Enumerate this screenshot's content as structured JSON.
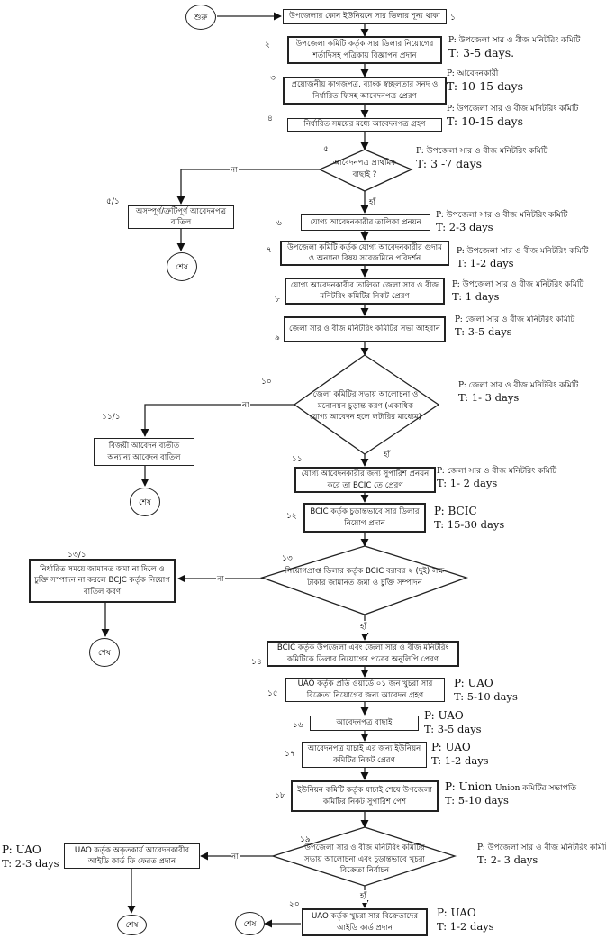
{
  "flowchart": {
    "start": "শুরু",
    "end": "শেষ",
    "yes": "হাঁ",
    "no": "না",
    "steps": [
      {
        "num": "১",
        "text": "উপজেলার কোন ইউনিয়নে সার ডিলার শূন্য থাকা"
      },
      {
        "num": "২",
        "text": "উপজেলা কমিটি কর্তৃক সার ডিলার নিয়োগের শর্তাদিসহ পত্রিকায় বিজ্ঞাপন প্রদান",
        "p": "উপজেলা সার ও বীজ মনিটরিং কমিটি",
        "t": "3-5 days."
      },
      {
        "num": "৩",
        "text": "প্রয়োজনীয় কাগজপত্র, ব্যাংক স্বচ্ছলতার সনদ ও নির্ধারিত ফিসহ আবেদনপত্র প্রেরণ",
        "p": "আবেদনকারী",
        "t": "10-15 days"
      },
      {
        "num": "৪",
        "text": "নির্ধারিত সময়ের মধ্যে আবেদনপত্র গ্রহণ",
        "p": "উপজেলা সার ও বীজ মনিটরিং  কমিটি",
        "t": "10-15 days"
      },
      {
        "num": "৫",
        "text": "আবেদনপত্র প্রাথমিক বাছাই ?",
        "p": "উপজেলা সার ও বীজ মনিটরিং  কমিটি",
        "t": "3 -7 days"
      },
      {
        "num": "৫/১",
        "text": "অসম্পূর্ণ/ত্রুটিপূর্ণ আবেদনপত্র বাতিল"
      },
      {
        "num": "৬",
        "text": "যোগ্য আবেদনকারীর তালিকা প্রনয়ন",
        "p": "উপজেলা সার ও বীজ মনিটরিং  কমিটি",
        "t": "2-3 days"
      },
      {
        "num": "৭",
        "text": "উপজেলা কমিটি কর্তৃক যোগ্য আবেদনকারীর গুদাম ও অন্যান্য বিষয় সরেজমিনে পরিদর্শন",
        "p": "উপজেলা সার ও বীজ মনিটরিং  কমিটি",
        "t": "1-2 days"
      },
      {
        "num": "৮",
        "text": "যোগ্য আবেদনকারীর তালিকা জেলা সার ও বীজ মনিটরিং কমিটির নিকট প্রেরণ",
        "p": "উপজেলা সার ও বীজ মনিটরিং  কমিটি",
        "t": "1 days"
      },
      {
        "num": "৯",
        "text": "জেলা সার ও বীজ মনিটরিং কমিটির সভা আহবান",
        "p": "জেলা সার ও বীজ মনিটরিং  কমিটি",
        "t": "3-5 days"
      },
      {
        "num": "১০",
        "text": "জেলা  কমিটির সভায় আলোচনা ও মনোনয়ন চুড়ান্ত করণ (একাধিক যোগ্য আবেদন হলে লটারির মাধ্যেম)",
        "p": "জেলা সার ও বীজ মনিটরিং  কমিটি",
        "t": "1- 3 days"
      },
      {
        "num": "১১/১",
        "text": "বিজয়ী আবেদন ব্যতীত অন্যান্য আবেদন বাতিল"
      },
      {
        "num": "১১",
        "text": "যোগ্য আবেদনকারীর জন্য সুপারিশ প্রনয়ন করে তা BCIC তে প্রেরণ",
        "p": "জেলা সার ও বীজ মনিটরিং  কমিটি",
        "t": "1- 2 days"
      },
      {
        "num": "১২",
        "text": "BCIC কর্তৃক চুড়ান্তভাবে সার ডিলার নিয়োগ প্রদান",
        "p": "BCIC",
        "t": "15-30 days"
      },
      {
        "num": "১৩",
        "text": "নিয়োগপ্রাপ্ত ডিলার কর্তৃক BCIC বরাবর ২ (দুই) লক্ষ টাকার জামানত জমা ও চুক্তি সম্পাদন"
      },
      {
        "num": "১৩/১",
        "text": "নির্ধারিত সময়ে জামানত জমা না দিলে ও চুক্তি সম্পাদন না করলে BCJC কর্তৃক নিয়োগ বাতিল করণ"
      },
      {
        "num": "১৪",
        "text": "BCIC কর্তৃক উপজেলা এবং জেলা সার ও বীজ মনিটরিং কমিটিকে ডিলার নিয়োগের পত্রের অনুলিপি প্রেরণ"
      },
      {
        "num": "১৫",
        "text": "UAO কর্তৃক প্রতি ওয়ার্ডে ০১ জন খুচরা সার বিক্রেতা নিয়োগের জন্য আবেদন গ্রহণ",
        "p": "UAO",
        "t": "5-10 days"
      },
      {
        "num": "১৬",
        "text": "আবেদনপত্র বাছাই",
        "p": "UAO",
        "t": "3-5 days"
      },
      {
        "num": "১৭",
        "text": "আবেদনপত্র যাচাই এর জন্য ইউনিয়ন কমিটির নিকট প্রেরণ",
        "p": "UAO",
        "t": "1-2 days"
      },
      {
        "num": "১৮",
        "text": "ইউনিয়ন কমিটি কর্তৃক যাচাই শেষে উপজেলা কমিটির নিকট সুপারিশ পেশ",
        "p": "Union কমিটির সভাপতি",
        "t": "5-10 days"
      },
      {
        "num": "১৯",
        "text": "উপজেলা সার ও বীজ মনিটরিং কমিটির সভায় আলোচনা এবং চুড়ান্তভাবে খুচরা বিক্রেতা নির্বাচন",
        "p": "উপজেলা সার ও বীজ মনিটরিং  কমিটি",
        "t": "2- 3 days"
      },
      {
        "num": "১৯/১",
        "text": "UAO কর্তৃক অকৃতকার্য আবেদনকারীর আইডি কার্ড ফি ফেরত প্রদান",
        "p": "UAO",
        "t": "2-3 days"
      },
      {
        "num": "২০",
        "text": "UAO কর্তৃক খুচরা সার বিক্রেতাদের আইডি কার্ড প্রদান",
        "p": "UAO",
        "t": "1-2 days"
      }
    ]
  }
}
